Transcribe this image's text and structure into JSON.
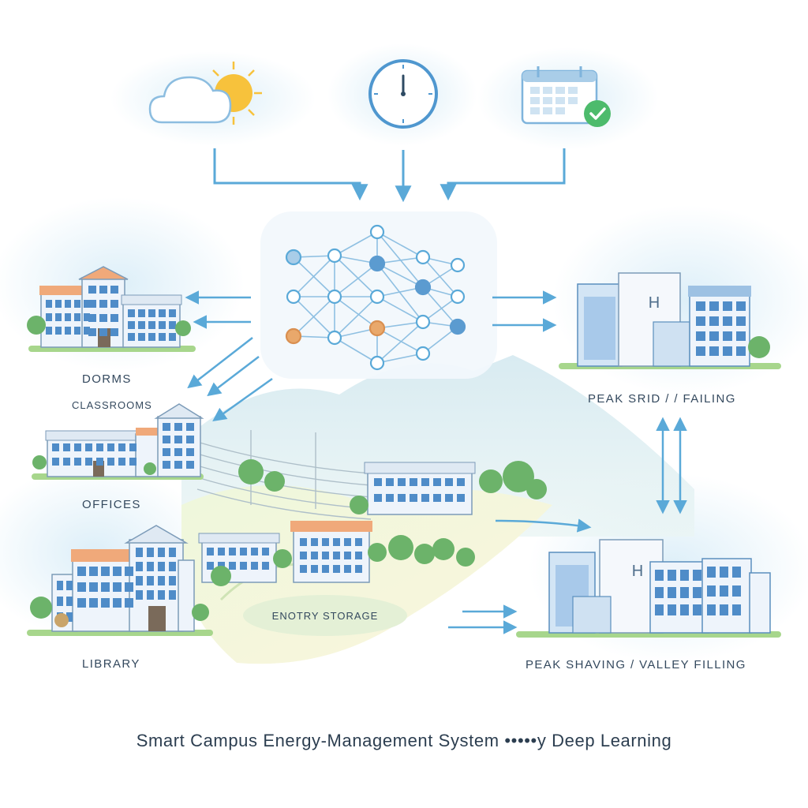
{
  "labels": {
    "dorms": "DORMS",
    "classrooms": "CLASSROOMS",
    "offices": "OFFICES",
    "library": "LIBRARY",
    "energy_storage": "ENOTRY STORAGE",
    "peak_grid": "PEAK SRID / / FAILING",
    "peak_shaving": "PEAK SHAVING / VALLEY FILLING",
    "grid_building_letter": "H"
  },
  "title": "Smart Campus Energy-Management System •••••y Deep Learning",
  "icons": [
    "cloud-sun-icon",
    "clock-icon",
    "calendar-check-icon",
    "neural-network-icon"
  ],
  "colors": {
    "line": "#5aa9d8",
    "node": "#a9cde8",
    "node_accent": "#5b9bd0",
    "node_orange": "#e9a86b",
    "sun": "#f7c23c",
    "check": "#4dbb6c",
    "grass": "#8cc36b",
    "tree": "#6cb36a",
    "roof": "#f0a97a",
    "building": "#eef4fb",
    "window": "#4f8cc8",
    "text": "#34495e"
  }
}
